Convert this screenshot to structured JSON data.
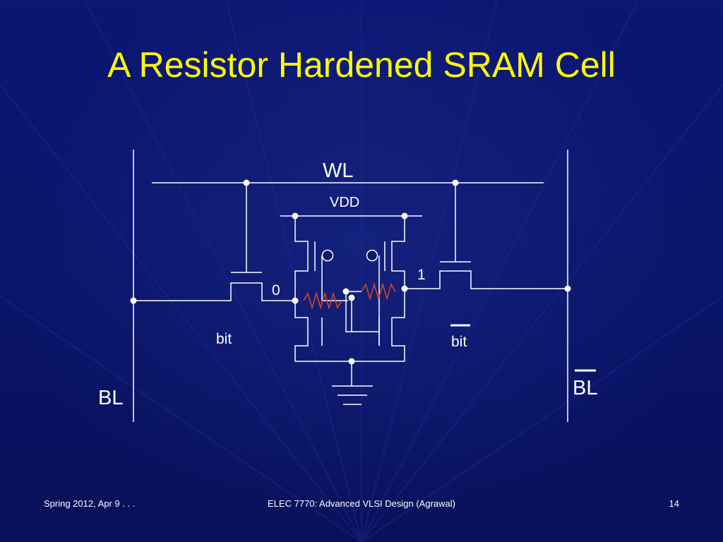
{
  "slide": {
    "title": "A Resistor Hardened SRAM Cell",
    "background_color": "#0a1468",
    "title_color": "#ffff00"
  },
  "diagram": {
    "wire_color": "#ffffff",
    "resistor_color": "#e0461e",
    "labels": {
      "wl": "WL",
      "vdd": "VDD",
      "node_left": "0",
      "node_right": "1",
      "bit": "bit",
      "bit_bar": "bit",
      "bl": "BL",
      "bl_bar": "BL"
    }
  },
  "footer": {
    "left": "Spring 2012, Apr 9 . . .",
    "center": "ELEC 7770: Advanced VLSI Design (Agrawal)",
    "page_number": "14"
  }
}
